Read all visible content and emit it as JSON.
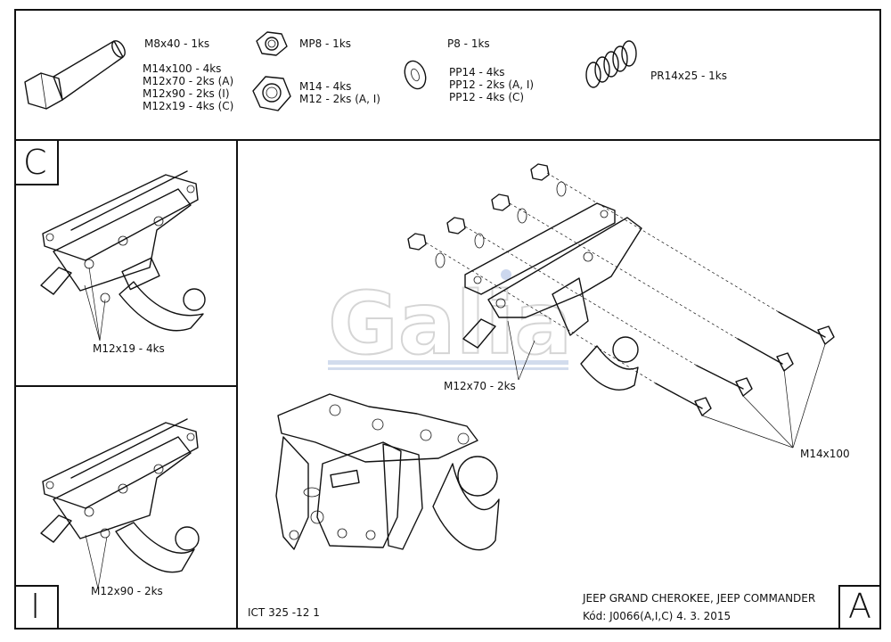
{
  "parts": {
    "bolt": [
      "M8x40 - 1ks",
      "M14x100 - 4ks",
      "M12x70 - 2ks (A)",
      "M12x90 - 2ks (I)",
      "M12x19 - 4ks (C)"
    ],
    "nut": [
      "MP8 - 1ks",
      "M14 - 4ks",
      "M12 - 2ks (A, I)"
    ],
    "washer": [
      "P8 - 1ks",
      "PP14 - 4ks",
      "PP12 - 2ks (A, I)",
      "PP12 - 4ks (C)"
    ],
    "spring": [
      "PR14x25 - 1ks"
    ]
  },
  "variants": {
    "c": {
      "letter": "C",
      "callout": "M12x19 - 4ks"
    },
    "i": {
      "letter": "I",
      "callout": "M12x90 - 2ks"
    },
    "a": {
      "letter": "A",
      "callout_bolt": "M12x70 - 2ks",
      "callout_long": "M14x100"
    }
  },
  "footer": {
    "drawing_no": "ICT 325 -12 1",
    "vehicle": "JEEP GRAND CHEROKEE, JEEP COMMANDER",
    "code": "Kód: J0066(A,I,C)  4. 3. 2015"
  },
  "watermark": "Galia"
}
